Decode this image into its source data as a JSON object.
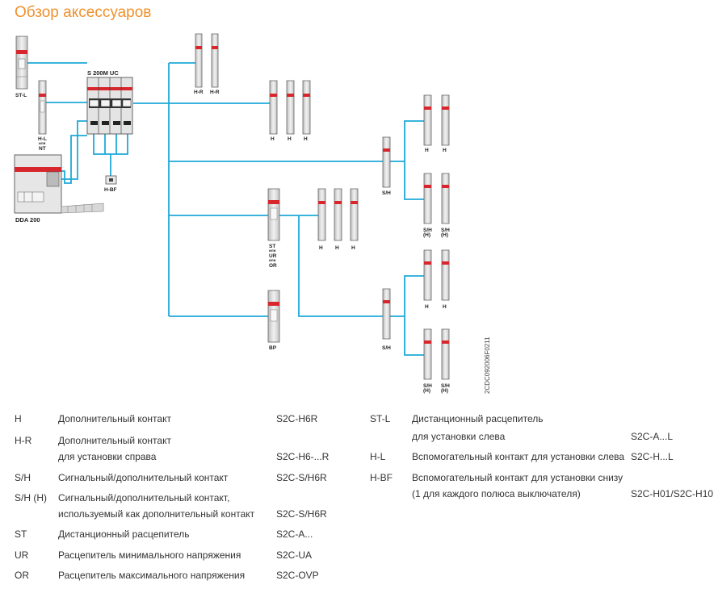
{
  "title": "Обзор аксессуаров",
  "diagram": {
    "labels": {
      "st_l": "ST-L",
      "h_l": "H-L",
      "h_l_sub1": "или",
      "h_l_sub2": "NT",
      "s200": "S 200M UC",
      "dda": "DDA 200",
      "h_bf": "H-BF",
      "h_r1": "H-R",
      "h_r2": "H-R",
      "h": "H",
      "s_h": "S/H",
      "s_h_h_1": "S/H",
      "s_h_h_2": "(H)",
      "st_1": "ST",
      "st_2": "или",
      "st_3": "UR",
      "st_4": "или",
      "st_5": "OR",
      "bp": "BP",
      "code_vertical": "2CDC092006F0211"
    }
  },
  "legend_left": [
    {
      "abbr": "H",
      "lines": [
        "Дополнительный контакт"
      ],
      "code": "S2C-H6R"
    },
    {
      "abbr": "H-R",
      "lines": [
        "Дополнительный контакт",
        "для установки справа"
      ],
      "code": "S2C-H6-...R"
    },
    {
      "abbr": "S/H",
      "lines": [
        "Сигнальный/дополнительный контакт"
      ],
      "code": "S2C-S/H6R"
    },
    {
      "abbr": "S/H (H)",
      "lines": [
        "Сигнальный/дополнительный контакт,",
        "используемый как дополнительный контакт"
      ],
      "code": "S2C-S/H6R"
    },
    {
      "abbr": "ST",
      "lines": [
        "Дистанционный расцепитель"
      ],
      "code": "S2C-A..."
    },
    {
      "abbr": "UR",
      "lines": [
        "Расцепитель минимального напряжения"
      ],
      "code": "S2C-UA"
    },
    {
      "abbr": "OR",
      "lines": [
        "Расцепитель максимального напряжения"
      ],
      "code": "S2C-OVP"
    }
  ],
  "legend_right": [
    {
      "abbr": "ST-L",
      "lines": [
        "Дистанционный расцепитель",
        "для установки слева"
      ],
      "code": "S2C-A...L"
    },
    {
      "abbr": "H-L",
      "lines": [
        "Вспомогательный контакт для установки слева"
      ],
      "code": "S2C-H...L"
    },
    {
      "abbr": "H-BF",
      "lines": [
        "Вспомогательный контакт для установки снизу",
        "(1 для каждого полюса выключателя)"
      ],
      "code": "S2C-H01/S2C-H10"
    }
  ],
  "colors": {
    "title": "#f0912c",
    "wire": "#1fa9d8",
    "red_band": "#d7262c",
    "device": "#dcdcdc"
  }
}
